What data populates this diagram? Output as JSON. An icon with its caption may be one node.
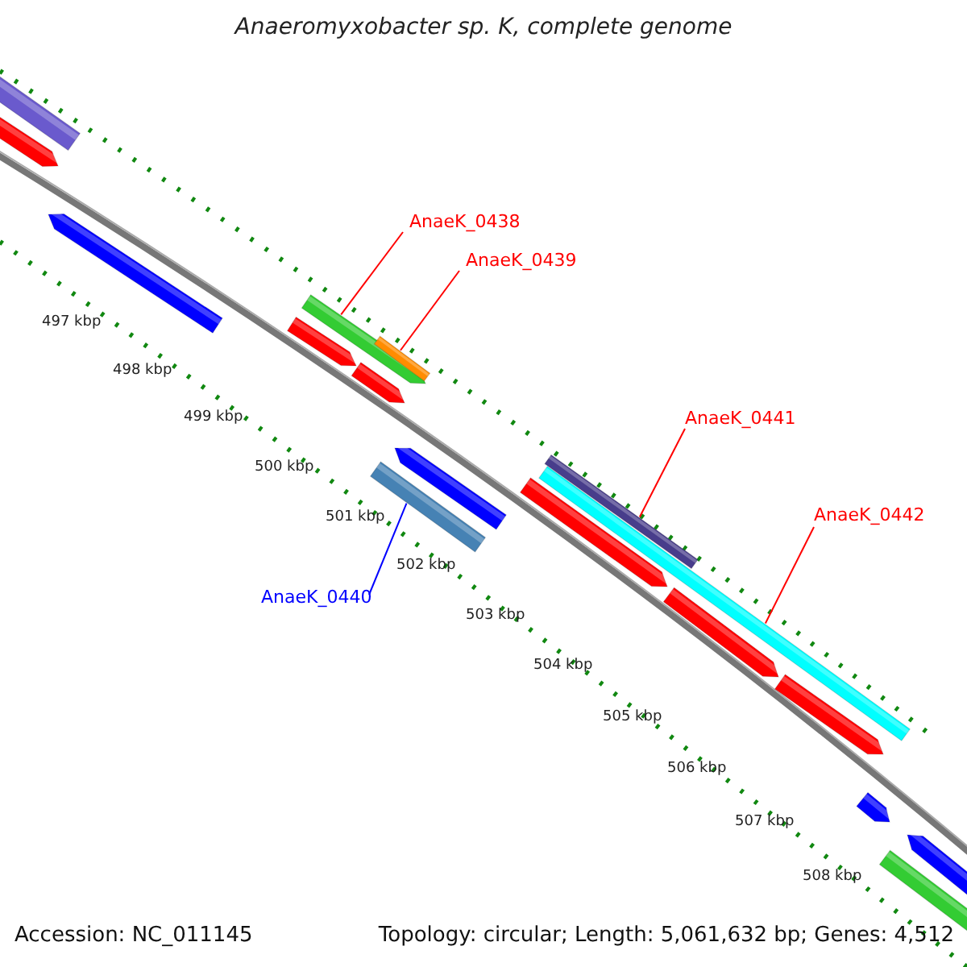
{
  "diagram": {
    "title": "Anaeromyxobacter sp. K, complete genome",
    "nodes": [
      {
        "text": [
          "AnaeK_0438"
        ]
      },
      {
        "text": [],
        "shape": "bar"
      },
      {
        "text": [
          "AnaeK_0439"
        ]
      },
      {
        "text": [],
        "shape": "bar"
      },
      {
        "text": [
          "AnaeK_0441"
        ]
      },
      {
        "text": [],
        "shape": "bar"
      },
      {
        "text": [
          "AnaeK_0442"
        ]
      },
      {
        "text": [],
        "shape": "bar"
      },
      {
        "text": [
          "AnaeK_0440"
        ]
      },
      {
        "text": [],
        "shape": "bar"
      }
    ],
    "edges": [
      {
        "from": 0,
        "to": 1,
        "arrow": "none"
      },
      {
        "from": 2,
        "to": 3,
        "arrow": "none"
      },
      {
        "from": 4,
        "to": 5,
        "arrow": "none"
      },
      {
        "from": 6,
        "to": 7,
        "arrow": "none"
      },
      {
        "from": 8,
        "to": 9,
        "arrow": "none",
        "color": "#0000ff"
      }
    ],
    "labels": [
      "497 kbp",
      "498 kbp",
      "499 kbp",
      "500 kbp",
      "501 kbp",
      "502 kbp",
      "503 kbp",
      "504 kbp",
      "505 kbp",
      "506 kbp",
      "507 kbp",
      "508 kbp",
      "Accession: NC_011145",
      "Topology: circular; Length: 5,061,632 bp; Genes: 4,512"
    ]
  }
}
